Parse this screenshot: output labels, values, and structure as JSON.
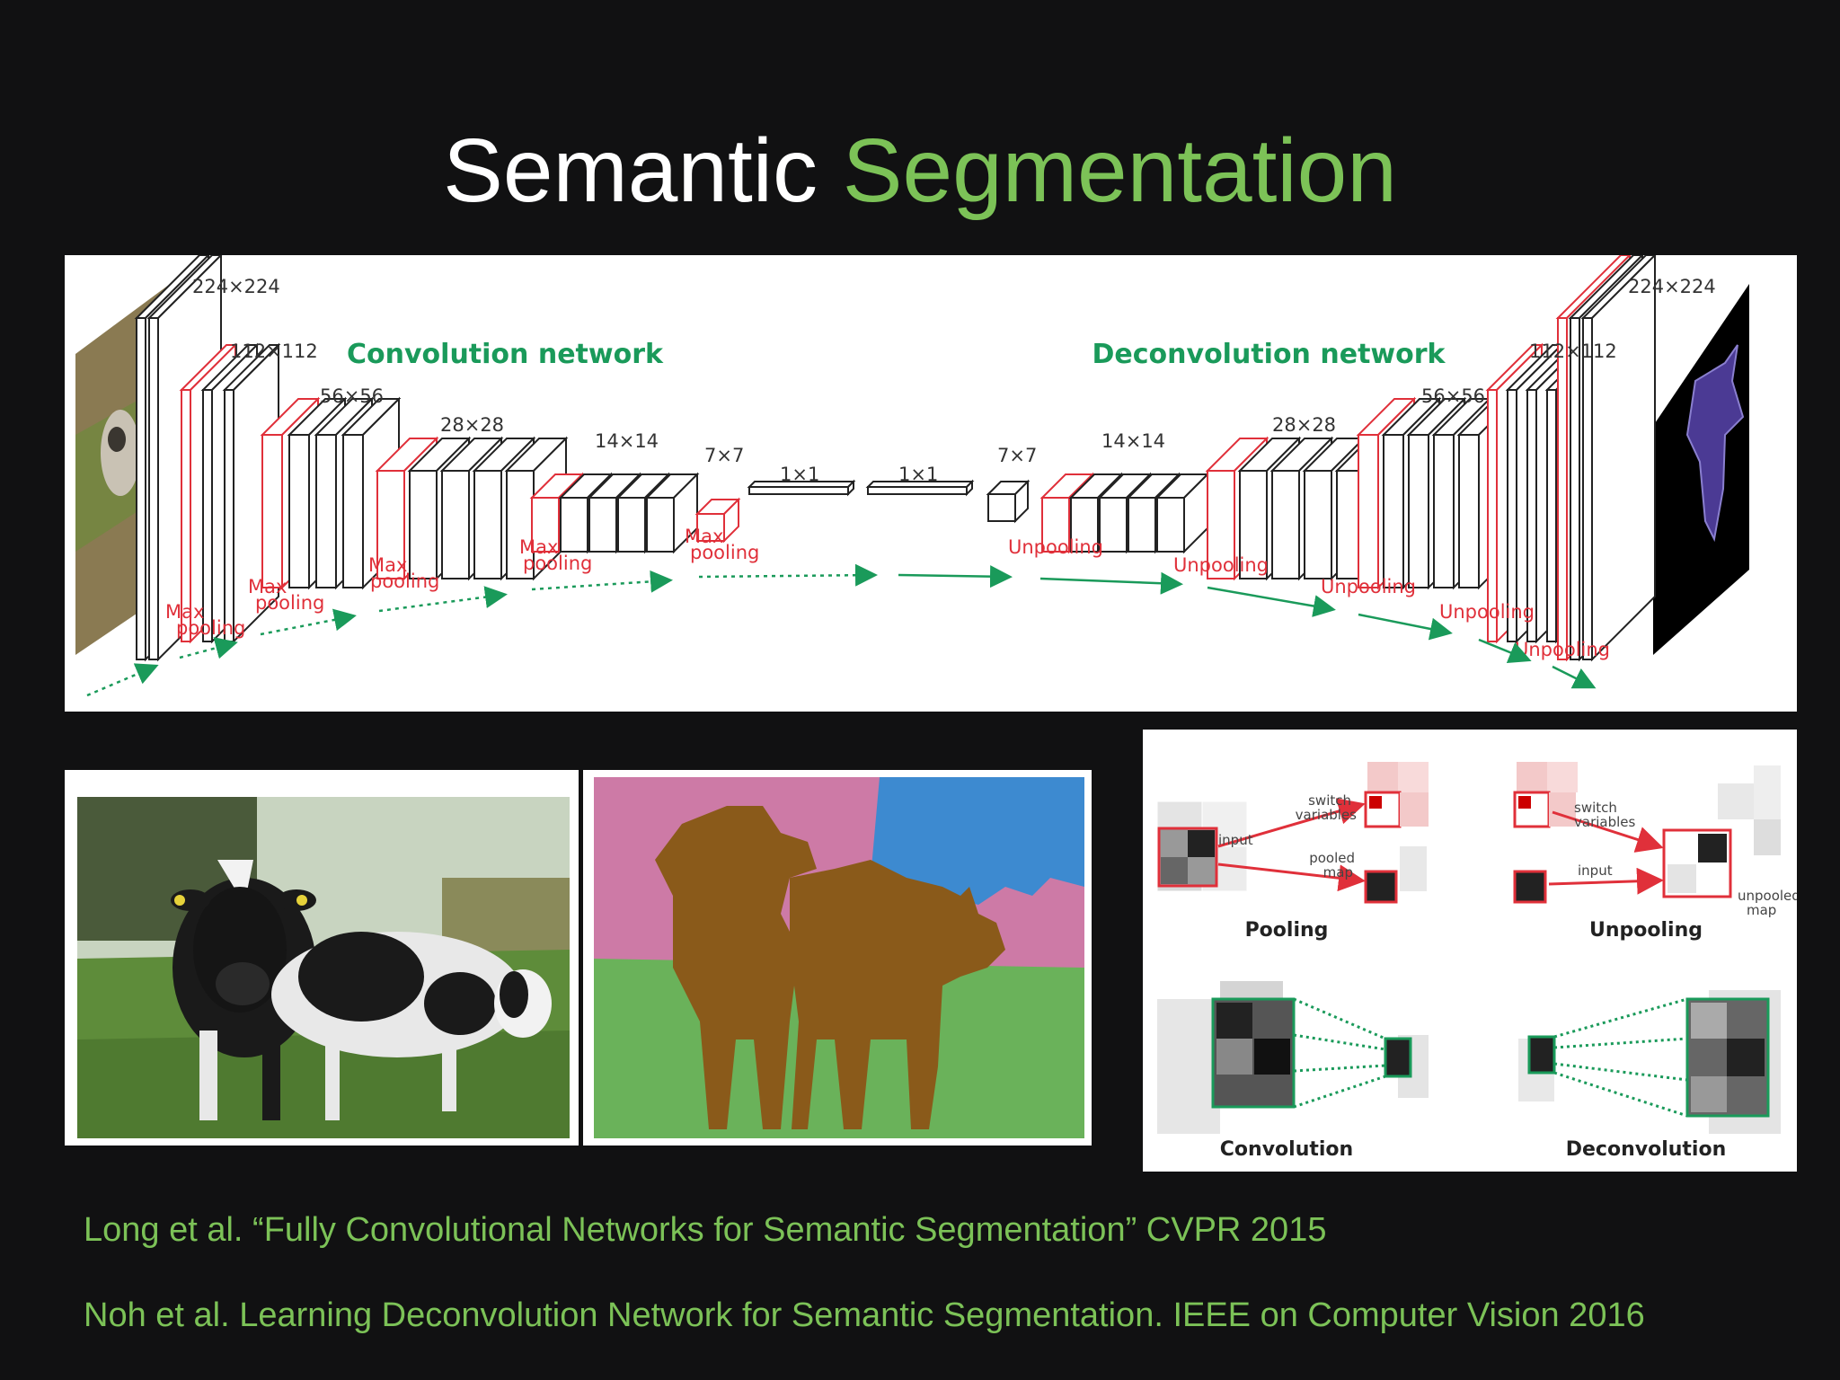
{
  "slide": {
    "title_part1": "Semantic",
    "title_part2": "Segmentation",
    "colors": {
      "background": "#111112",
      "accent": "#7cc257",
      "red": "#e0303a",
      "green": "#1a9a5a"
    }
  },
  "architecture": {
    "conv_title": "Convolution network",
    "deconv_title": "Deconvolution network",
    "sizes": {
      "s224_left": "224×224",
      "s112_left": "112×112",
      "s56_left": "56×56",
      "s28_left": "28×28",
      "s14_left": "14×14",
      "s7_left": "7×7",
      "s1_a": "1×1",
      "s1_b": "1×1",
      "s7_right": "7×7",
      "s14_right": "14×14",
      "s28_right": "28×28",
      "s56_right": "56×56",
      "s112_right": "112×112",
      "s224_right": "224×224"
    },
    "pool_max": "Max",
    "pool_pooling": "pooling",
    "unpooling": "Unpooling"
  },
  "operations": {
    "pooling": "Pooling",
    "unpooling": "Unpooling",
    "convolution": "Convolution",
    "deconvolution": "Deconvolution",
    "input": "input",
    "switch": "switch",
    "variables": "variables",
    "pooled": "pooled",
    "map": "map",
    "unpooled": "unpooled"
  },
  "references": {
    "ref1": "Long et al. “Fully Convolutional Networks for Semantic Segmentation” CVPR 2015",
    "ref2": "Noh et al. Learning Deconvolution Network for Semantic Segmentation. IEEE on Computer Vision 2016"
  }
}
